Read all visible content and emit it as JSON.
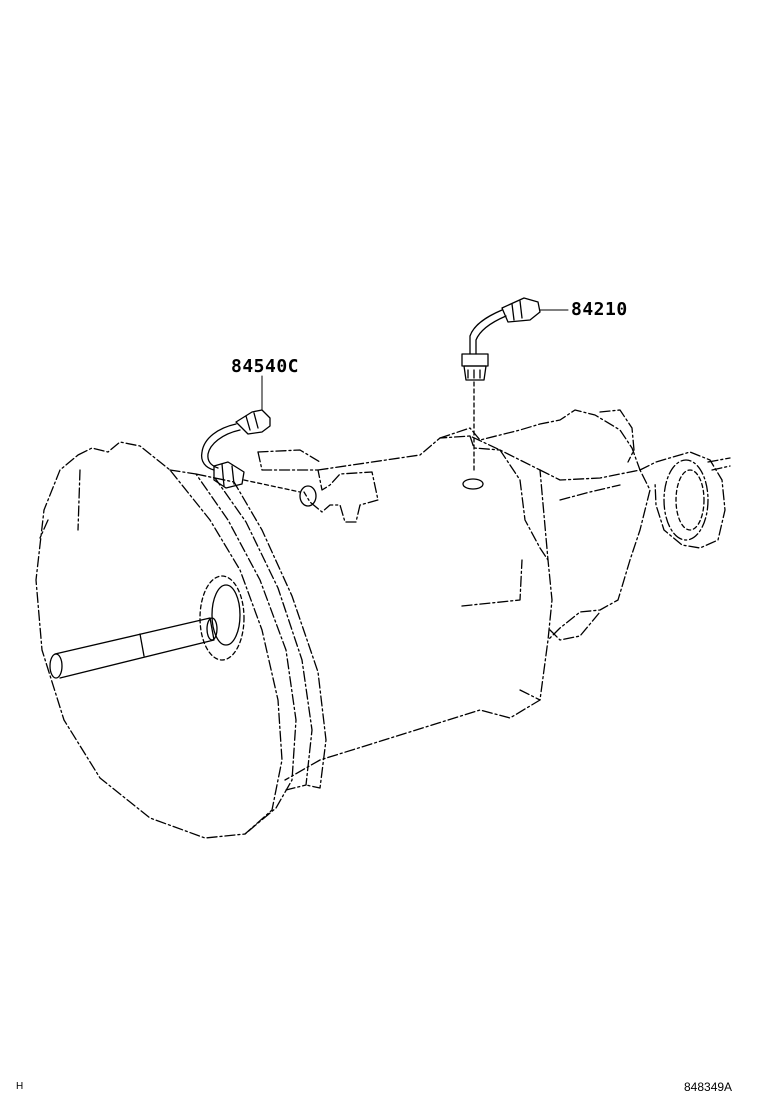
{
  "diagram": {
    "parts": [
      {
        "part_number": "84540C",
        "component": "sensor-wire-left"
      },
      {
        "part_number": "84210",
        "component": "switch-top"
      }
    ],
    "corner_left": "H",
    "illustration_code": "848349A"
  }
}
